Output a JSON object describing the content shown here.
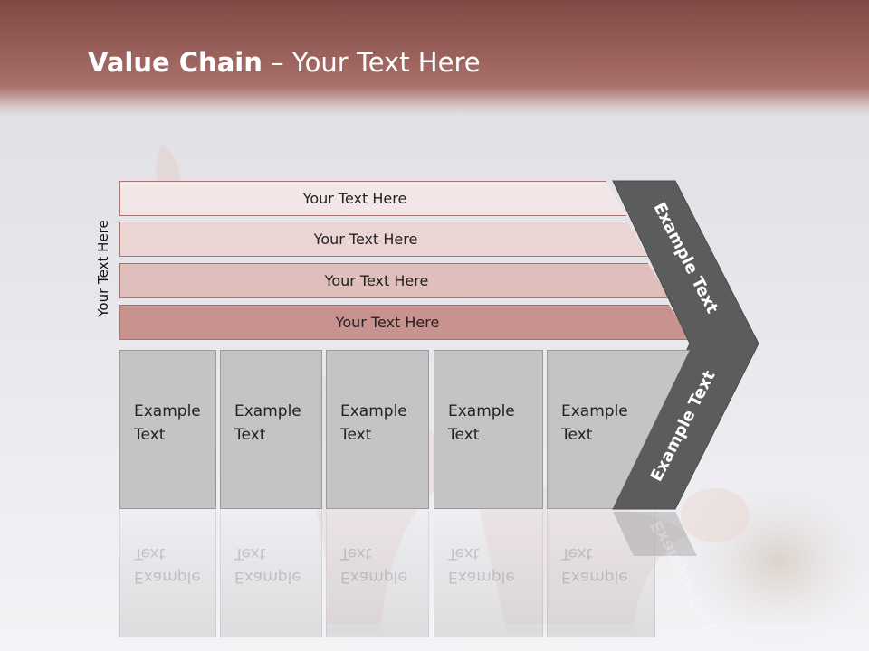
{
  "slide": {
    "title_bold": "Value Chain",
    "title_rest": " – Your Text Here"
  },
  "side_label": "Your Text Here",
  "rows": [
    {
      "label": "Your Text Here"
    },
    {
      "label": "Your Text Here"
    },
    {
      "label": "Your Text Here"
    },
    {
      "label": "Your Text Here"
    }
  ],
  "boxes": [
    {
      "line1": "Example",
      "line2": "Text"
    },
    {
      "line1": "Example",
      "line2": "Text"
    },
    {
      "line1": "Example",
      "line2": "Text"
    },
    {
      "line1": "Example",
      "line2": "Text"
    },
    {
      "line1": "Example",
      "line2": "Text"
    }
  ],
  "chevron": {
    "upper_label": "Example Text",
    "lower_label": "Example Text"
  },
  "colors": {
    "header": "#955d57",
    "chevron": "#5c5c5c",
    "row1": "#f3e6e6",
    "row2": "#ebd5d4",
    "row3": "#dfbebc",
    "row4": "#c8938e",
    "box": "#c4c4c4"
  }
}
